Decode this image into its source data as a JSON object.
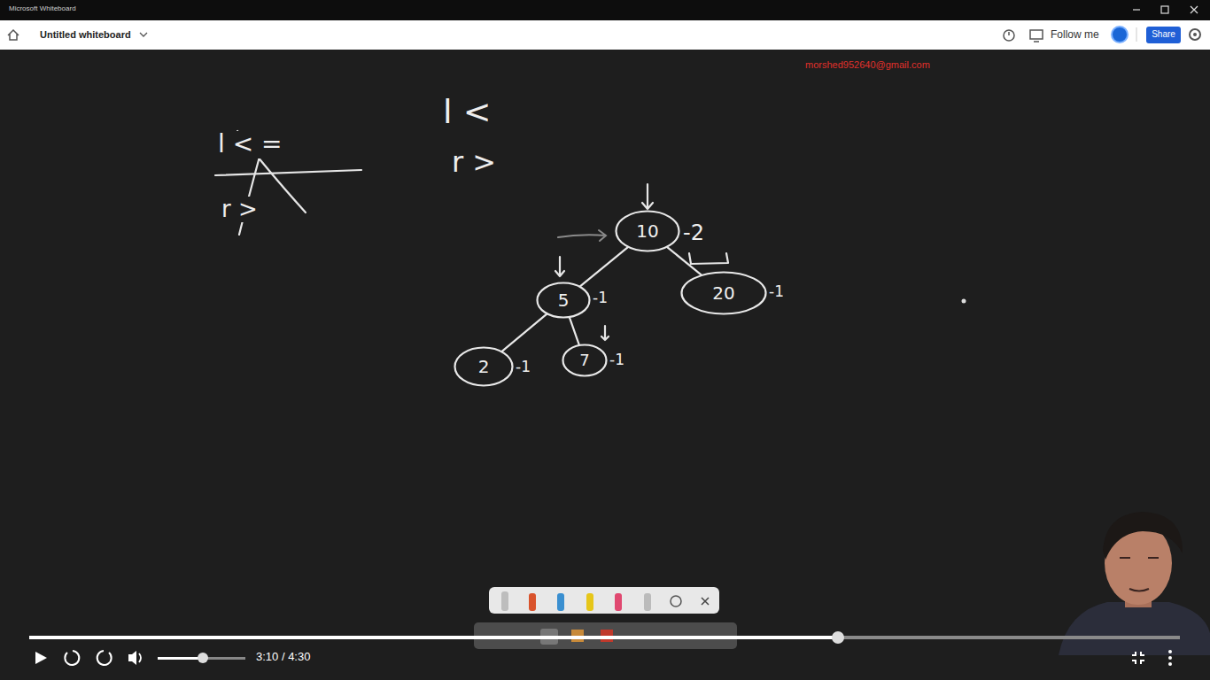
{
  "diagram": {
    "nodes": [
      {
        "text": [
          "10"
        ]
      },
      {
        "text": [
          "5"
        ]
      },
      {
        "text": [
          "20"
        ]
      },
      {
        "text": [
          "2"
        ]
      },
      {
        "text": [
          "7"
        ]
      }
    ],
    "edges": [
      {
        "from": 0,
        "to": 1,
        "arrow": "none"
      },
      {
        "from": 0,
        "to": 2,
        "arrow": "none"
      },
      {
        "from": 1,
        "to": 3,
        "arrow": "none"
      },
      {
        "from": 1,
        "to": 4,
        "arrow": "none"
      }
    ],
    "labels": [
      "Microsoft Whiteboard",
      "Untitled whiteboard",
      "Follow me",
      "Share",
      "morshed952640@gmail.com",
      "l < =",
      "r >",
      "l <",
      "r >",
      "-2",
      "-1",
      "-1",
      "-1",
      "-1",
      "3:10 / 4:30"
    ]
  }
}
